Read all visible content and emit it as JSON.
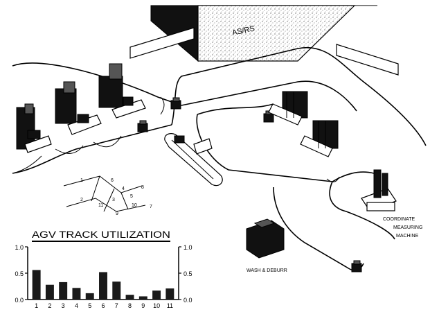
{
  "labels": {
    "asrs": "AS/RS",
    "wash": "WASH & DEBURR",
    "cmm_line1": "COORDINATE",
    "cmm_line2": "MEASURING",
    "cmm_line3": "MACHINE"
  },
  "track_map": {
    "segments": [
      "1",
      "2",
      "3",
      "4",
      "5",
      "6",
      "7",
      "8",
      "9",
      "10",
      "11"
    ]
  },
  "chart_data": {
    "type": "bar",
    "title": "AGV TRACK UTILIZATION",
    "categories": [
      "1",
      "2",
      "3",
      "4",
      "5",
      "6",
      "7",
      "8",
      "9",
      "10",
      "11"
    ],
    "values": [
      0.56,
      0.28,
      0.33,
      0.22,
      0.12,
      0.52,
      0.34,
      0.09,
      0.06,
      0.17,
      0.21
    ],
    "ylim": [
      0,
      1.0
    ],
    "yticks": [
      "1.0",
      "0.5",
      "0.0"
    ],
    "ytick_values": [
      1.0,
      0.5,
      0.0
    ],
    "xlabel": "",
    "ylabel": "",
    "color": "#1a1a1a"
  }
}
